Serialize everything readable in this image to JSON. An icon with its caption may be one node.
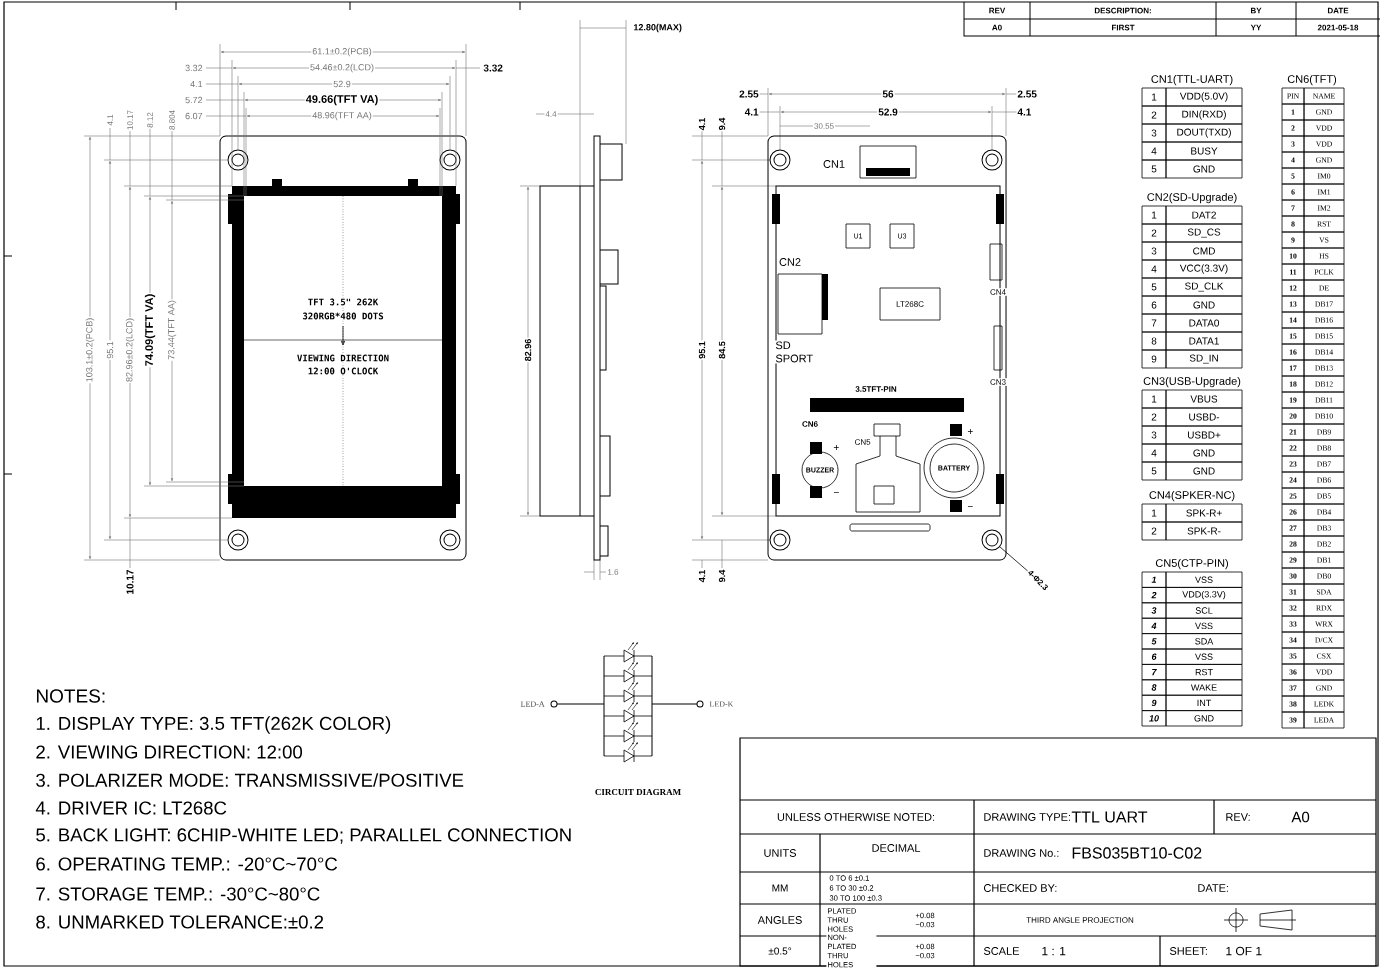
{
  "diagram": {
    "nodes": [
      {
        "text": [
          "4-Φ2.3"
        ]
      },
      {
        "text": [],
        "shape": "circle"
      }
    ],
    "edges": [
      {
        "from": 0,
        "to": 1,
        "arrow": "none"
      }
    ],
    "labels": [
      "REV",
      "DESCRIPTION:",
      "BY",
      "DATE",
      "A0",
      "FIRST",
      "YY",
      "2021-05-18",
      "61.1±0.2(PCB)",
      "3.32",
      "54.46±0.2(LCD)",
      "3.32",
      "4.1",
      "52.9",
      "5.72",
      "49.66(TFT VA)",
      "6.07",
      "48.96(TFT AA)",
      "4.1",
      "10.17",
      "8.12",
      "8.804",
      "103.1±0.2(PCB)",
      "95.1",
      "82.96±0.2(LCD)",
      "74.09(TFT VA)",
      "73.44(TFT AA)",
      "10.17",
      "TFT 3.5\" 262K",
      "320RGB*480 DOTS",
      "VIEWING DIRECTION",
      "12:00 O'CLOCK",
      "12.80(MAX)",
      "4.4",
      "82.96",
      "1.6",
      "2.55",
      "56",
      "2.55",
      "4.1",
      "52.9",
      "4.1",
      "30.55",
      "4.1",
      "9.4",
      "95.1",
      "84.5",
      "4.1",
      "9.4",
      "CN1",
      "U1",
      "U3",
      "CN4",
      "CN2",
      "LT268C",
      "CN3",
      "SD SPORT",
      "3.5TFT-PIN",
      "CN6",
      "CN5",
      "+",
      "+",
      "BUZZER",
      "BATTERY",
      "−",
      "−",
      "CN1(TTL-UART)",
      "1",
      "VDD(5.0V)",
      "2",
      "DIN(RXD)",
      "3",
      "DOUT(TXD)",
      "4",
      "BUSY",
      "5",
      "GND",
      "CN2(SD-Upgrade)",
      "1",
      "DAT2",
      "2",
      "SD_CS",
      "3",
      "CMD",
      "4",
      "VCC(3.3V)",
      "5",
      "SD_CLK",
      "6",
      "GND",
      "7",
      "DATA0",
      "8",
      "DATA1",
      "9",
      "SD_IN",
      "CN3(USB-Upgrade)",
      "1",
      "VBUS",
      "2",
      "USBD-",
      "3",
      "USBD+",
      "4",
      "GND",
      "5",
      "GND",
      "CN4(SPKER-NC)",
      "1",
      "SPK-R+",
      "2",
      "SPK-R-",
      "CN5(CTP-PIN)",
      "1",
      "VSS",
      "2",
      "VDD(3.3V)",
      "3",
      "SCL",
      "4",
      "VSS",
      "5",
      "SDA",
      "6",
      "VSS",
      "7",
      "RST",
      "8",
      "WAKE",
      "9",
      "INT",
      "10",
      "GND",
      "CN6(TFT)",
      "PIN",
      "NAME",
      "1",
      "GND",
      "2",
      "VDD",
      "3",
      "VDD",
      "4",
      "GND",
      "5",
      "IM0",
      "6",
      "IM1",
      "7",
      "IM2",
      "8",
      "RST",
      "9",
      "VS",
      "10",
      "HS",
      "11",
      "PCLK",
      "12",
      "DE",
      "13",
      "DB17",
      "14",
      "DB16",
      "15",
      "DB15",
      "16",
      "DB14",
      "17",
      "DB13",
      "18",
      "DB12",
      "19",
      "DB11",
      "20",
      "DB10",
      "21",
      "DB9",
      "22",
      "DB8",
      "23",
      "DB7",
      "24",
      "DB6",
      "25",
      "DB5",
      "26",
      "DB4",
      "27",
      "DB3",
      "28",
      "DB2",
      "29",
      "DB1",
      "30",
      "DB0",
      "31",
      "SDA",
      "32",
      "RDX",
      "33",
      "WRX",
      "34",
      "D/CX",
      "35",
      "CSX",
      "36",
      "VDD",
      "37",
      "GND",
      "38",
      "LEDK",
      "39",
      "LEDA",
      "NOTES:",
      "1. DISPLAY TYPE: 3.5 TFT(262K COLOR)",
      "2. VIEWING DIRECTION: 12:00",
      "3. POLARIZER MODE: TRANSMISSIVE/POSITIVE",
      "4. DRIVER IC: LT268C",
      "5. BACK LIGHT: 6CHIP-WHITE LED; PARALLEL CONNECTION",
      "6. OPERATING TEMP.: -20°C~70°C",
      "7. STORAGE TEMP.: -30°C~80°C",
      "8. UNMARKED TOLERANCE:±0.2",
      "LED-A",
      "LED-K",
      "CIRCUIT DIAGRAM",
      "UNLESS OTHERWISE NOTED:",
      "DRAWING TYPE:",
      "TTL UART",
      "REV:",
      "A0",
      "UNITS",
      "DECIMAL",
      "DRAWING No.:",
      "FBS035BT10-C02",
      "MM",
      "0 TO 6 ±0.1",
      "6 TO 30 ±0.2",
      "30 TO 100 ±0.3",
      "CHECKED BY:",
      "DATE:",
      "ANGLES",
      "PLATED THRU HOLES",
      "+0.08 −0.03",
      "THIRD ANGLE PROJECTION",
      "±0.5°",
      "NON-PLATED THRU HOLES",
      "+0.08 −0.03",
      "SCALE",
      "1 : 1",
      "SHEET:",
      "1 OF 1"
    ]
  }
}
